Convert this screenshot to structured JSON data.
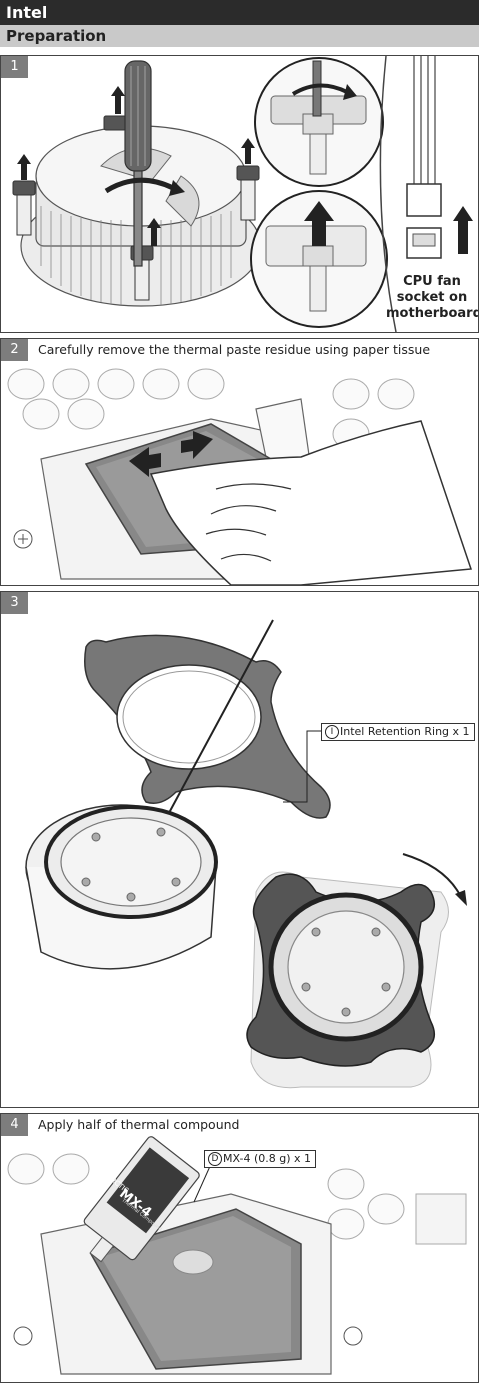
{
  "header": {
    "title": "Intel",
    "section": "Preparation"
  },
  "steps": [
    {
      "number": "1",
      "text": ""
    },
    {
      "number": "2",
      "text": "Carefully remove the thermal paste residue using paper tissue"
    },
    {
      "number": "3",
      "text": ""
    },
    {
      "number": "4",
      "text": "Apply half of thermal compound"
    }
  ],
  "step1": {
    "cpu_fan_label_line1": "CPU fan",
    "cpu_fan_label_line2": "socket on",
    "cpu_fan_label_line3": "motherboard"
  },
  "step3": {
    "part_letter": "I",
    "part_label": "Intel Retention Ring x 1"
  },
  "step4": {
    "part_letter": "D",
    "part_label": "MX-4 (0.8 g) x 1",
    "tube_brand": "ARCTIC",
    "tube_product": "MX-4",
    "tube_sub": "Thermal Compound"
  }
}
